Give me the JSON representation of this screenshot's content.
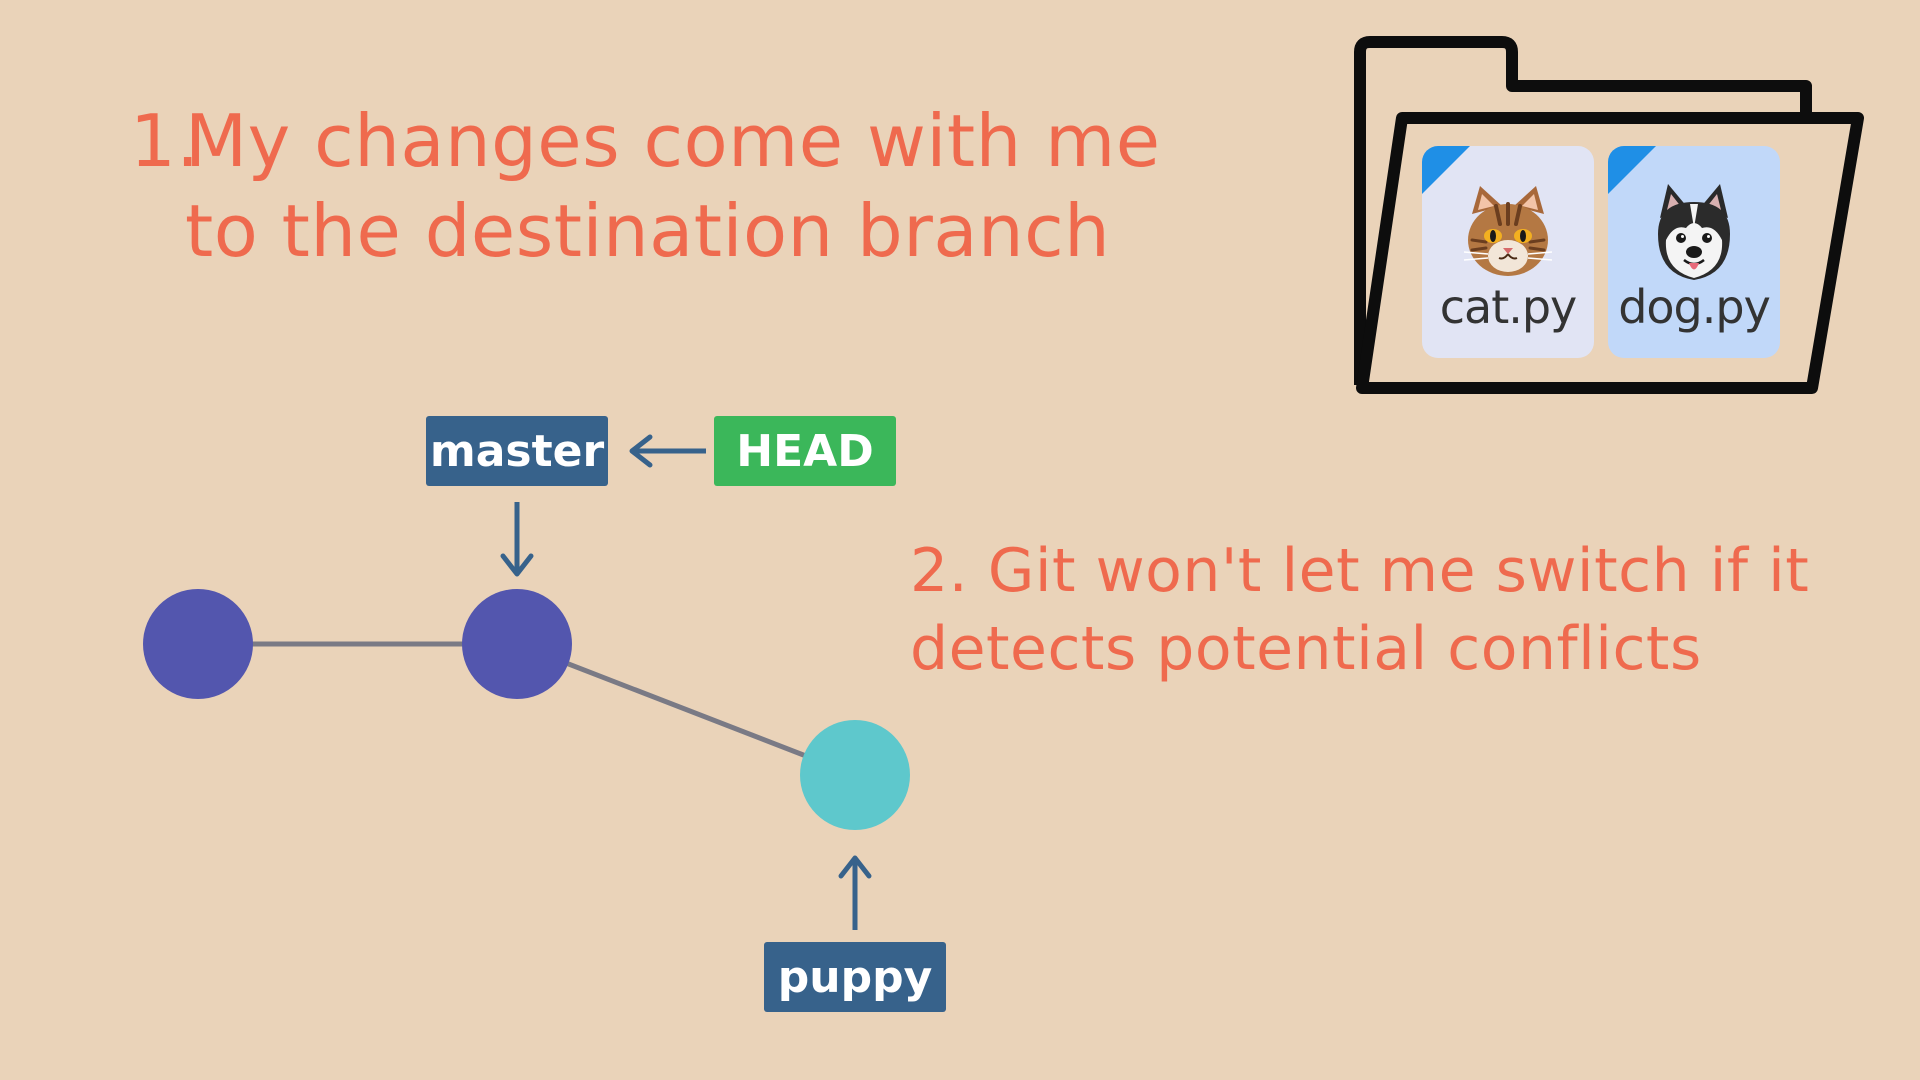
{
  "point1": {
    "number": "1.",
    "line1": "My changes come with me",
    "line2": "to the destination branch"
  },
  "point2": {
    "line1": "2. Git won't let me switch if it",
    "line2": "detects potential conflicts"
  },
  "labels": {
    "master": "master",
    "head": "HEAD",
    "puppy": "puppy"
  },
  "folder": {
    "files": [
      {
        "name": "cat.py",
        "icon": "cat-face-icon"
      },
      {
        "name": "dog.py",
        "icon": "husky-face-icon"
      }
    ]
  },
  "colors": {
    "background": "#ead3b9",
    "heading_text": "#ef6a4e",
    "branch_label": "#37628b",
    "head_label": "#3bb75a",
    "commit_main": "#5356ae",
    "commit_branch": "#5ec8cc",
    "edge": "#7a7a85",
    "arrow": "#37628b"
  }
}
